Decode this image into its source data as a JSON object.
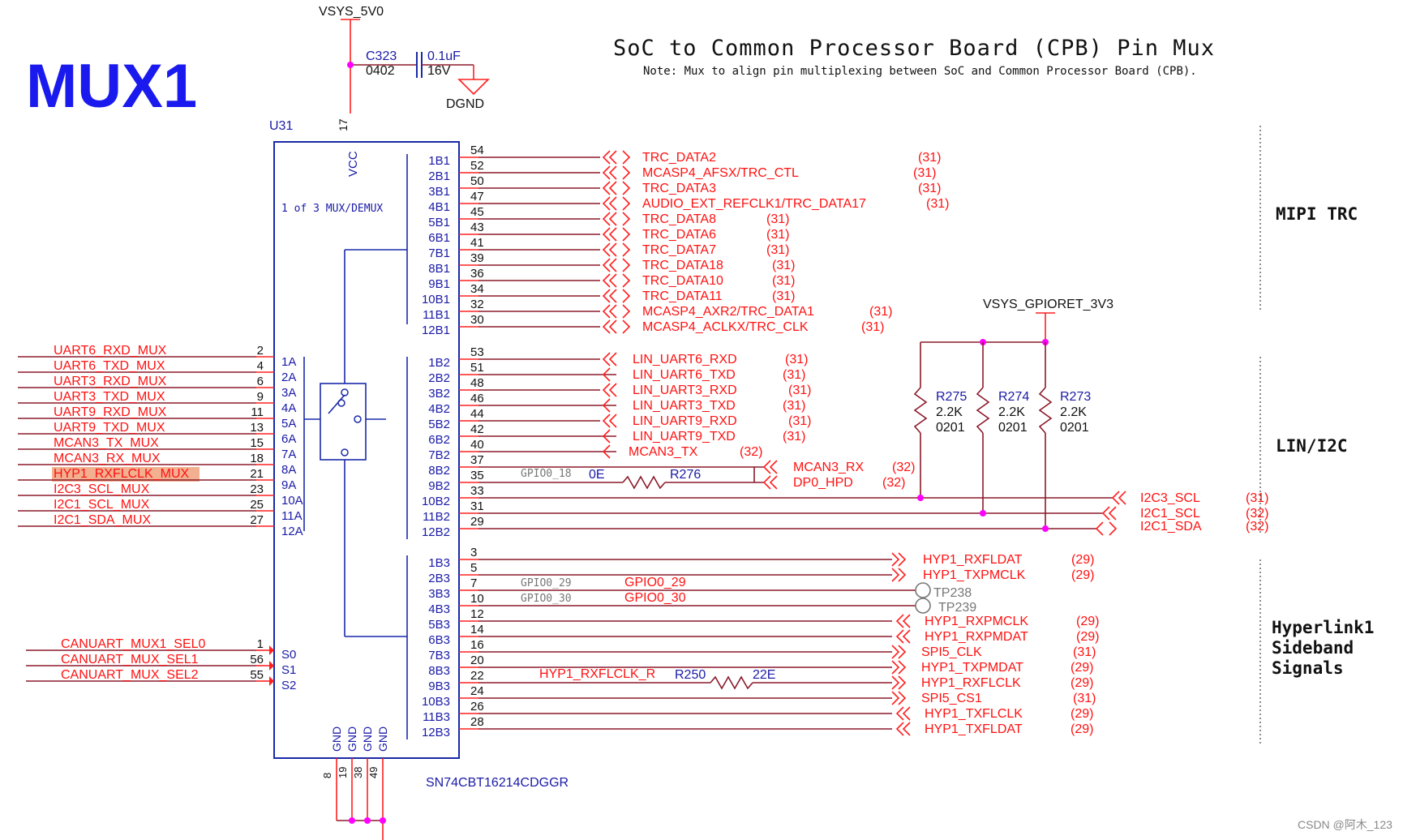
{
  "mux_label": "MUX1",
  "title": "SoC to Common Processor Board (CPB) Pin Mux",
  "note": "Note: Mux to align pin multiplexing between SoC and Common Processor Board (CPB).",
  "watermark": "CSDN @阿木_123",
  "power": {
    "vsys_5v0": "VSYS_5V0",
    "vsys_gpioret": "VSYS_GPIORET_3V3",
    "dgnd": "DGND",
    "cap_ref": "C323",
    "cap_pkg": "0402",
    "cap_val": "0.1uF",
    "cap_volt": "16V"
  },
  "chip": {
    "ref": "U31",
    "part": "SN74CBT16214CDGGR",
    "desc": "1 of 3 MUX/DEMUX",
    "vcc_label": "VCC",
    "vcc_pin": "17",
    "gnd_label": "GND",
    "gnd_pins": [
      "8",
      "19",
      "38",
      "49"
    ]
  },
  "sections": [
    "MIPI TRC",
    "LIN/I2C",
    "Hyperlink1 Sideband Signals"
  ],
  "a_pins": [
    {
      "net": "UART6_RXD_MUX",
      "num": "2",
      "pin": "1A"
    },
    {
      "net": "UART6_TXD_MUX",
      "num": "4",
      "pin": "2A"
    },
    {
      "net": "UART3_RXD_MUX",
      "num": "6",
      "pin": "3A"
    },
    {
      "net": "UART3_TXD_MUX",
      "num": "9",
      "pin": "4A"
    },
    {
      "net": "UART9_RXD_MUX",
      "num": "11",
      "pin": "5A"
    },
    {
      "net": "UART9_TXD_MUX",
      "num": "13",
      "pin": "6A"
    },
    {
      "net": "MCAN3_TX_MUX",
      "num": "15",
      "pin": "7A"
    },
    {
      "net": "MCAN3_RX_MUX",
      "num": "18",
      "pin": "8A"
    },
    {
      "net": "HYP1_RXFLCLK_MUX",
      "num": "21",
      "pin": "9A"
    },
    {
      "net": "I2C3_SCL_MUX",
      "num": "23",
      "pin": "10A"
    },
    {
      "net": "I2C1_SCL_MUX",
      "num": "25",
      "pin": "11A"
    },
    {
      "net": "I2C1_SDA_MUX",
      "num": "27",
      "pin": "12A"
    }
  ],
  "sel_pins": [
    {
      "net": "CANUART_MUX1_SEL0",
      "num": "1",
      "pin": "S0"
    },
    {
      "net": "CANUART_MUX_SEL1",
      "num": "56",
      "pin": "S1"
    },
    {
      "net": "CANUART_MUX_SEL2",
      "num": "55",
      "pin": "S2"
    }
  ],
  "b1_pins": [
    {
      "pin": "1B1",
      "num": "54",
      "net": "TRC_DATA2",
      "ref": "(31)"
    },
    {
      "pin": "2B1",
      "num": "52",
      "net": "MCASP4_AFSX/TRC_CTL",
      "ref": "(31)"
    },
    {
      "pin": "3B1",
      "num": "50",
      "net": "TRC_DATA3",
      "ref": "(31)"
    },
    {
      "pin": "4B1",
      "num": "47",
      "net": "AUDIO_EXT_REFCLK1/TRC_DATA17",
      "ref": "(31)"
    },
    {
      "pin": "5B1",
      "num": "45",
      "net": "TRC_DATA8",
      "ref": "(31)"
    },
    {
      "pin": "6B1",
      "num": "43",
      "net": "TRC_DATA6",
      "ref": "(31)"
    },
    {
      "pin": "7B1",
      "num": "41",
      "net": "TRC_DATA7",
      "ref": "(31)"
    },
    {
      "pin": "8B1",
      "num": "39",
      "net": "TRC_DATA18",
      "ref": "(31)"
    },
    {
      "pin": "9B1",
      "num": "36",
      "net": "TRC_DATA10",
      "ref": "(31)"
    },
    {
      "pin": "10B1",
      "num": "34",
      "net": "TRC_DATA11",
      "ref": "(31)"
    },
    {
      "pin": "11B1",
      "num": "32",
      "net": "MCASP4_AXR2/TRC_DATA1",
      "ref": "(31)"
    },
    {
      "pin": "12B1",
      "num": "30",
      "net": "MCASP4_ACLKX/TRC_CLK",
      "ref": "(31)"
    }
  ],
  "b2_pins": [
    {
      "pin": "1B2",
      "num": "53",
      "net": "LIN_UART6_RXD",
      "ref": "(31)"
    },
    {
      "pin": "2B2",
      "num": "51",
      "net": "LIN_UART6_TXD",
      "ref": "(31)"
    },
    {
      "pin": "3B2",
      "num": "48",
      "net": "LIN_UART3_RXD",
      "ref": "(31)"
    },
    {
      "pin": "4B2",
      "num": "46",
      "net": "LIN_UART3_TXD",
      "ref": "(31)"
    },
    {
      "pin": "5B2",
      "num": "44",
      "net": "LIN_UART9_RXD",
      "ref": "(31)"
    },
    {
      "pin": "6B2",
      "num": "42",
      "net": "LIN_UART9_TXD",
      "ref": "(31)"
    },
    {
      "pin": "7B2",
      "num": "40",
      "net": "MCAN3_TX",
      "ref": "(32)"
    },
    {
      "pin": "8B2",
      "num": "37",
      "net": "MCAN3_RX",
      "ref": "(32)"
    },
    {
      "pin": "9B2",
      "num": "35",
      "net": "DP0_HPD",
      "ref": "(32)"
    },
    {
      "pin": "10B2",
      "num": "33",
      "net": "I2C3_SCL",
      "ref": "(31)"
    },
    {
      "pin": "11B2",
      "num": "31",
      "net": "I2C1_SCL",
      "ref": "(32)"
    },
    {
      "pin": "12B2",
      "num": "29",
      "net": "I2C1_SDA",
      "ref": "(32)"
    }
  ],
  "b3_pins": [
    {
      "pin": "1B3",
      "num": "3",
      "net": "HYP1_RXFLDAT",
      "ref": "(29)"
    },
    {
      "pin": "2B3",
      "num": "5",
      "net": "HYP1_TXPMCLK",
      "ref": "(29)"
    },
    {
      "pin": "3B3",
      "num": "7",
      "net": "TP238",
      "ref": ""
    },
    {
      "pin": "4B3",
      "num": "10",
      "net": "TP239",
      "ref": ""
    },
    {
      "pin": "5B3",
      "num": "12",
      "net": "HYP1_RXPMCLK",
      "ref": "(29)"
    },
    {
      "pin": "6B3",
      "num": "14",
      "net": "HYP1_RXPMDAT",
      "ref": "(29)"
    },
    {
      "pin": "7B3",
      "num": "16",
      "net": "SPI5_CLK",
      "ref": "(31)"
    },
    {
      "pin": "8B3",
      "num": "20",
      "net": "HYP1_TXPMDAT",
      "ref": "(29)"
    },
    {
      "pin": "9B3",
      "num": "22",
      "net": "HYP1_RXFLCLK",
      "ref": "(29)"
    },
    {
      "pin": "10B3",
      "num": "24",
      "net": "SPI5_CS1",
      "ref": "(31)"
    },
    {
      "pin": "11B3",
      "num": "26",
      "net": "HYP1_TXFLCLK",
      "ref": "(29)"
    },
    {
      "pin": "12B3",
      "num": "28",
      "net": "HYP1_TXFLDAT",
      "ref": "(29)"
    }
  ],
  "inline": {
    "gpio0_18": "GPIO0_18",
    "r276_val": "0E",
    "r276_ref": "R276",
    "gpio0_29": "GPIO0_29",
    "gpio0_29_net": "GPIO0_29",
    "gpio0_30": "GPIO0_30",
    "gpio0_30_net": "GPIO0_30",
    "hyp1_rxflclk_r": "HYP1_RXFLCLK_R",
    "r250_ref": "R250",
    "r250_val": "22E"
  },
  "pullups": [
    {
      "ref": "R275",
      "val": "2.2K",
      "pkg": "0201"
    },
    {
      "ref": "R274",
      "val": "2.2K",
      "pkg": "0201"
    },
    {
      "ref": "R273",
      "val": "2.2K",
      "pkg": "0201"
    }
  ]
}
